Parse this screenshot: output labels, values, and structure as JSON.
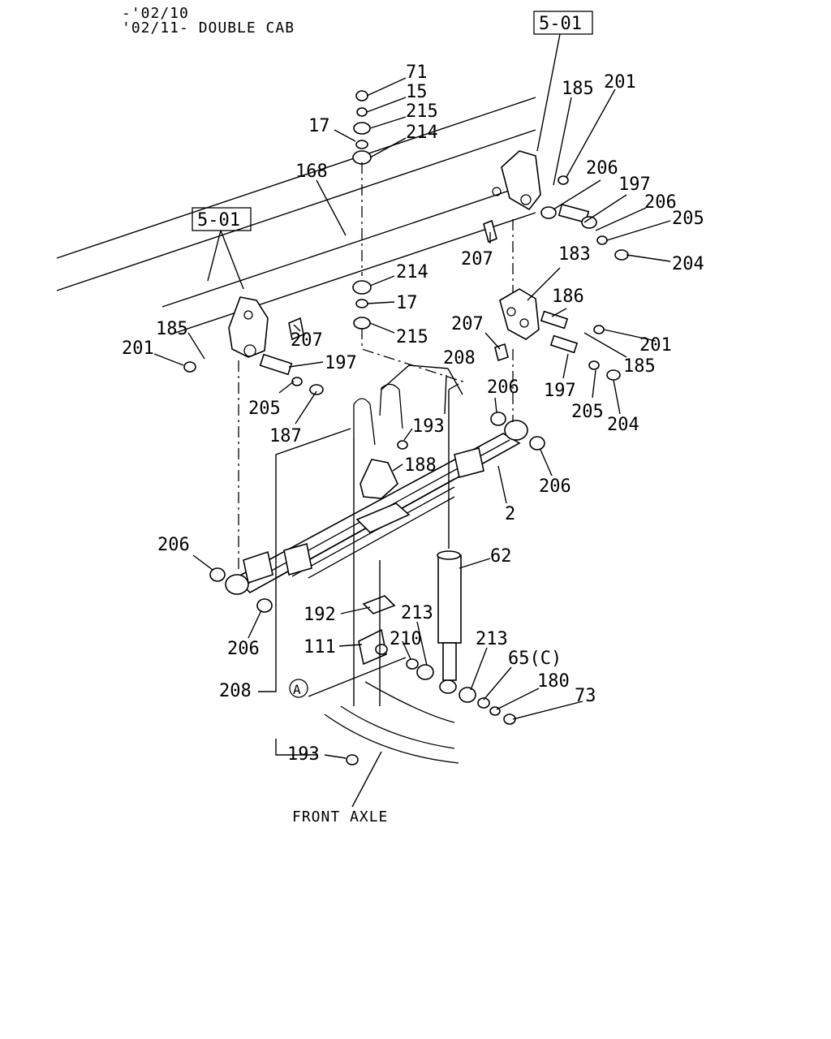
{
  "header": {
    "line1": "-'02/10",
    "line2": "'02/11- DOUBLE CAB"
  },
  "refs": [
    {
      "id": "ref-top-right",
      "text": "5-01"
    },
    {
      "id": "ref-left",
      "text": "5-01"
    }
  ],
  "bottom_label": "FRONT AXLE",
  "circle_label": "A",
  "labels": [
    "71",
    "15",
    "215",
    "17",
    "214",
    "168",
    "214",
    "17",
    "215",
    "185",
    "201",
    "206",
    "197",
    "206",
    "205",
    "204",
    "207",
    "183",
    "186",
    "207",
    "201",
    "185",
    "197",
    "205",
    "204",
    "201",
    "185",
    "207",
    "197",
    "205",
    "187",
    "208",
    "193",
    "206",
    "188",
    "206",
    "2",
    "206",
    "206",
    "62",
    "192",
    "213",
    "111",
    "210",
    "213",
    "65(C)",
    "180",
    "73",
    "208",
    "193"
  ]
}
